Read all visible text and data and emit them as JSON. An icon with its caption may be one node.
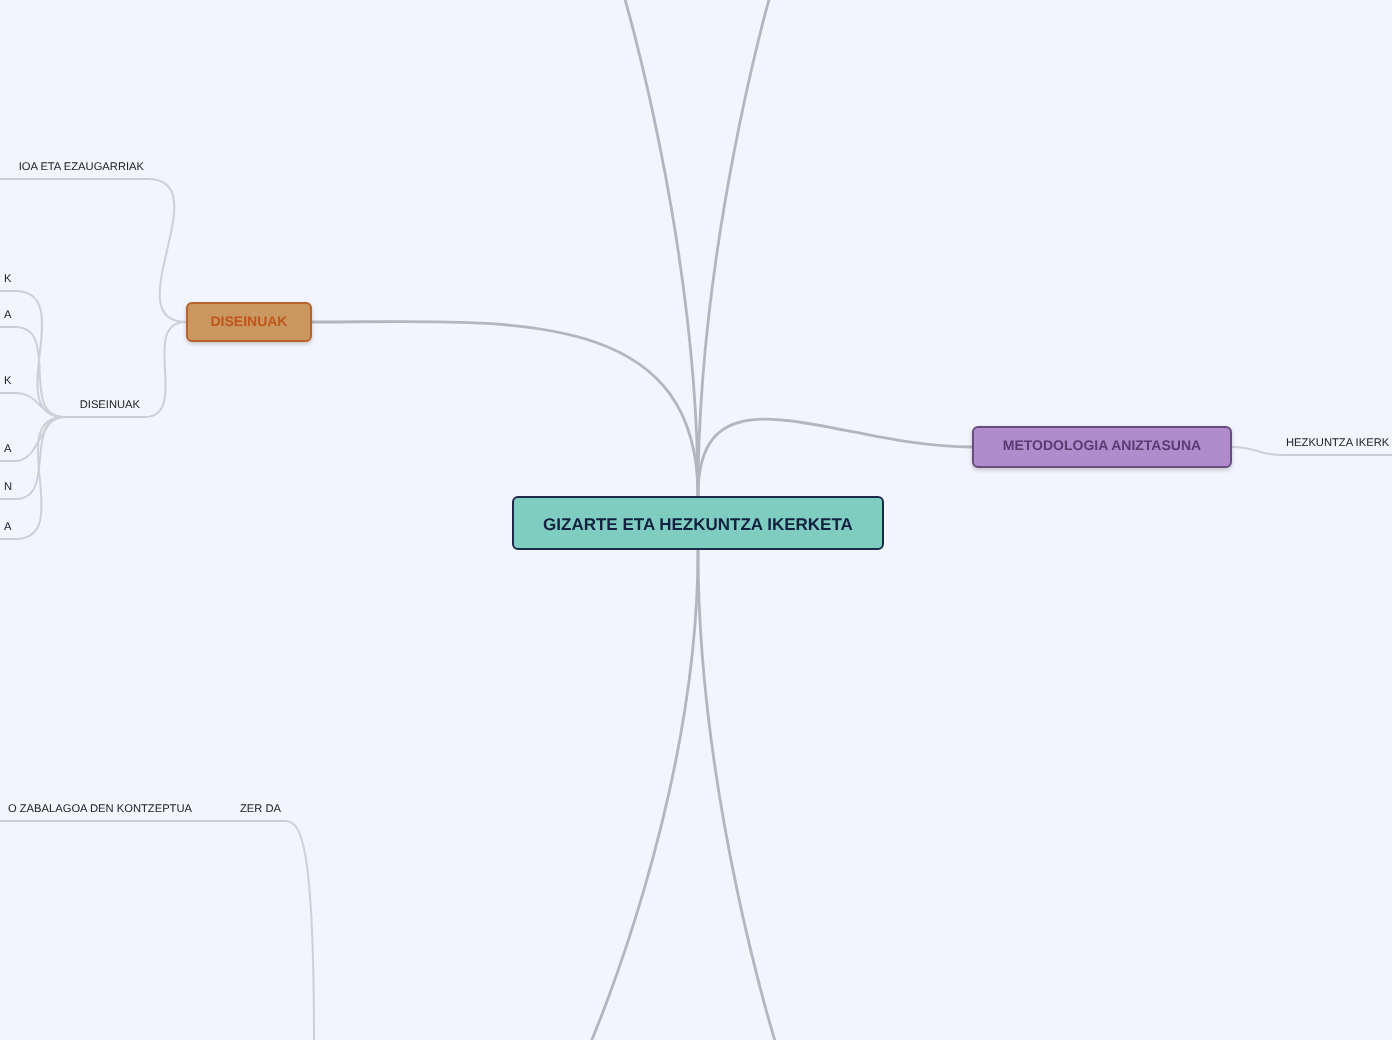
{
  "diagram": {
    "nodes": [
      {
        "text": [
          "GIZARTE ETA HEZKUNTZA IKERKETA"
        ]
      },
      {
        "text": [
          "DISEINUAK"
        ]
      },
      {
        "text": [
          "METODOLOGIA ANIZTASUNA"
        ]
      },
      {
        "text": [
          "IOA ETA EZAUGARRIAK"
        ]
      },
      {
        "text": [
          "DISEINUAK"
        ]
      },
      {
        "text": [
          "K"
        ]
      },
      {
        "text": [
          "A"
        ]
      },
      {
        "text": [
          "K"
        ]
      },
      {
        "text": [
          "A"
        ]
      },
      {
        "text": [
          "N"
        ]
      },
      {
        "text": [
          "A"
        ]
      },
      {
        "text": [
          "HEZKUNTZA IKERK"
        ]
      },
      {
        "text": [
          "ZER DA"
        ]
      },
      {
        "text": [
          "O ZABALAGOA DEN KONTZEPTUA"
        ]
      }
    ],
    "edges": [
      {
        "from": 0,
        "to": 1,
        "arrow": "none"
      },
      {
        "from": 0,
        "to": 2,
        "arrow": "none"
      },
      {
        "from": 0,
        "to": null,
        "arrow": "none"
      },
      {
        "from": 0,
        "to": null,
        "arrow": "none"
      },
      {
        "from": 0,
        "to": null,
        "arrow": "none"
      },
      {
        "from": 0,
        "to": null,
        "arrow": "none"
      },
      {
        "from": 1,
        "to": 3,
        "arrow": "none"
      },
      {
        "from": 1,
        "to": 4,
        "arrow": "none"
      },
      {
        "from": 4,
        "to": 5,
        "arrow": "none"
      },
      {
        "from": 4,
        "to": 6,
        "arrow": "none"
      },
      {
        "from": 4,
        "to": 7,
        "arrow": "none"
      },
      {
        "from": 4,
        "to": 8,
        "arrow": "none"
      },
      {
        "from": 4,
        "to": 9,
        "arrow": "none"
      },
      {
        "from": 4,
        "to": 10,
        "arrow": "none"
      },
      {
        "from": 2,
        "to": 11,
        "arrow": "none"
      },
      {
        "from": 12,
        "to": 13,
        "arrow": "none"
      },
      {
        "from": 12,
        "to": null,
        "arrow": "none"
      }
    ]
  }
}
